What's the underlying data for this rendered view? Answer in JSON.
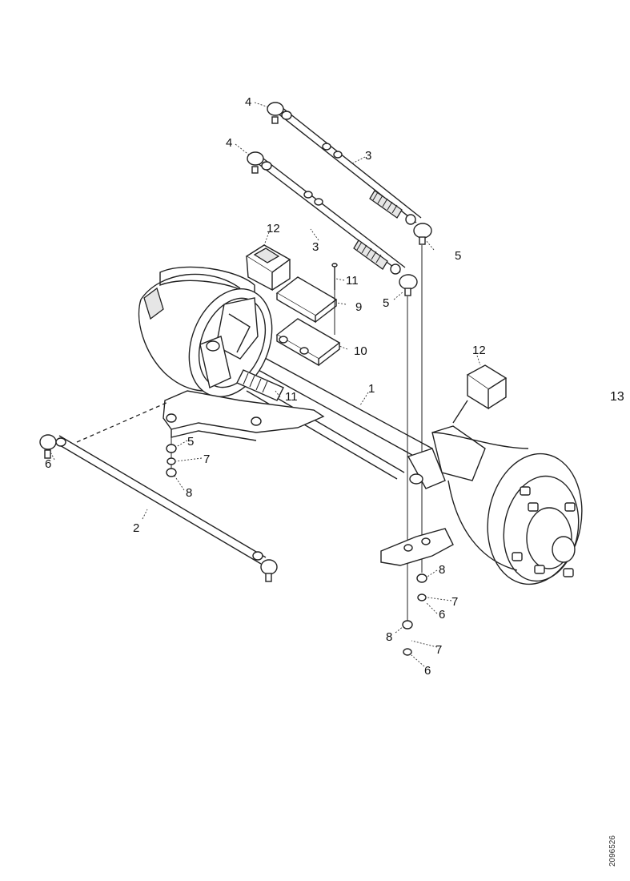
{
  "diagram": {
    "page_number": "13",
    "figure_code": "2096526",
    "callouts": {
      "c1": "1",
      "c2": "2",
      "c3": "3",
      "c3b": "3",
      "c4a": "4",
      "c4b": "4",
      "c5a": "5",
      "c5b": "5",
      "c5c": "5",
      "c6a": "6",
      "c6b": "6",
      "c6c": "6",
      "c7a": "7",
      "c7b": "7",
      "c7c": "7",
      "c8a": "8",
      "c8b": "8",
      "c8c": "8",
      "c9": "9",
      "c10": "10",
      "c11a": "11",
      "c11b": "11",
      "c12a": "12",
      "c12b": "12"
    }
  }
}
